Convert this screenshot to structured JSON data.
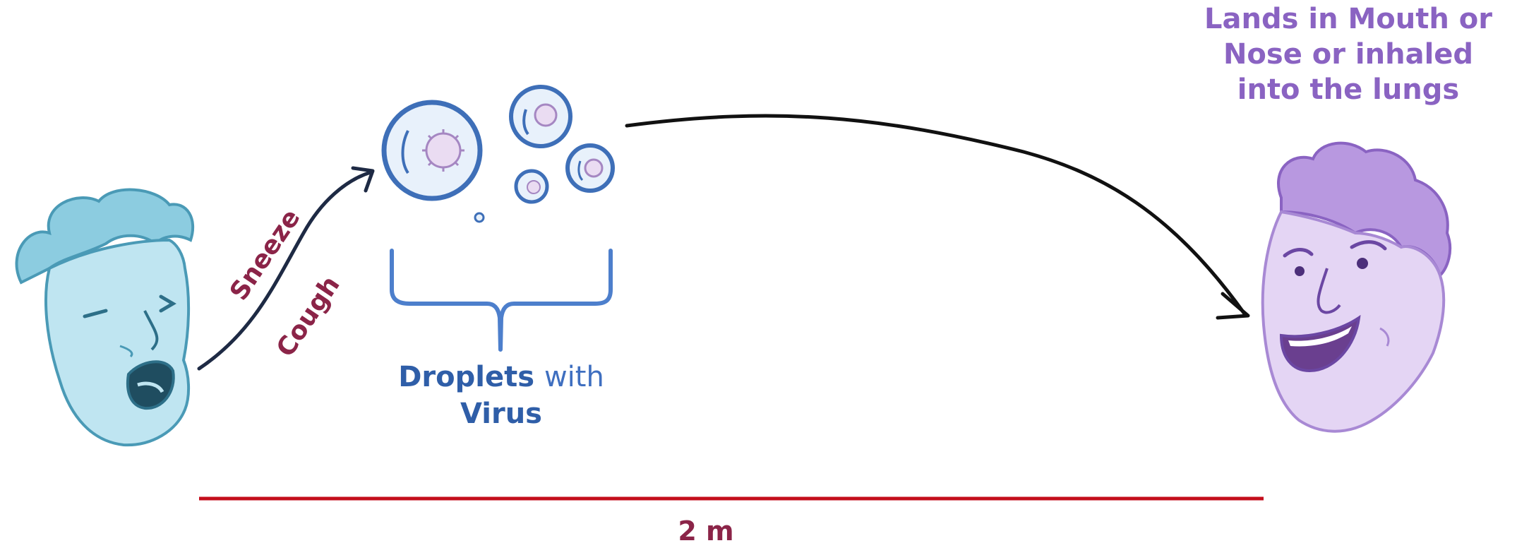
{
  "labels": {
    "sneeze": "Sneeze",
    "cough": "Cough",
    "droplets_bold": "Droplets",
    "droplets_with": "with",
    "droplets_virus": "Virus",
    "receiver": "Lands in Mouth or Nose or inhaled into the lungs",
    "distance": "2 m"
  },
  "icons": {
    "source_person": "sick-person-face-icon",
    "receiver_person": "smiling-person-face-icon",
    "droplet": "virus-droplet-icon"
  },
  "colors": {
    "source_person": "#8ccce0",
    "droplets": "#3e6fb8",
    "receiver_person": "#c8aee6",
    "action_text": "#8b2448",
    "distance_line": "#c40e1c",
    "arrow": "#111111"
  }
}
